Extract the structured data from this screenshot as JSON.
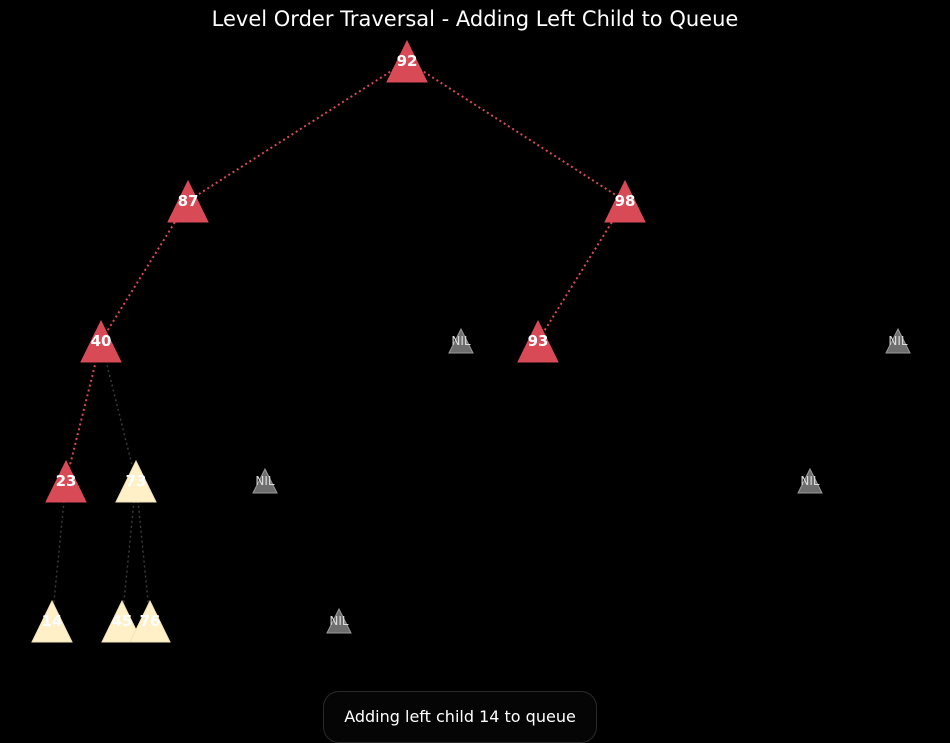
{
  "title": "Level Order Traversal - Adding Left Child to Queue",
  "status_message": "Adding left child 14 to queue",
  "colors": {
    "background": "#000000",
    "visited_node": "#d94a57",
    "queued_node": "#fff0c8",
    "nil_node": "#6e6e6e",
    "visited_edge": "#d94a57",
    "pending_edge": "#3a3a3a",
    "title_text": "#ffffff"
  },
  "nodes": [
    {
      "id": "92",
      "label": "92",
      "state": "visited"
    },
    {
      "id": "87",
      "label": "87",
      "state": "visited"
    },
    {
      "id": "98",
      "label": "98",
      "state": "visited"
    },
    {
      "id": "40",
      "label": "40",
      "state": "visited"
    },
    {
      "id": "93",
      "label": "93",
      "state": "visited"
    },
    {
      "id": "23",
      "label": "23",
      "state": "visited"
    },
    {
      "id": "73",
      "label": "73",
      "state": "queued"
    },
    {
      "id": "14",
      "label": "14",
      "state": "queued"
    },
    {
      "id": "45",
      "label": "45",
      "state": "queued"
    },
    {
      "id": "76",
      "label": "76",
      "state": "queued"
    }
  ],
  "nil_nodes": [
    {
      "id": "nil-87-right",
      "label": "NIL"
    },
    {
      "id": "nil-98-right",
      "label": "NIL"
    },
    {
      "id": "nil-40-extra",
      "label": "NIL"
    },
    {
      "id": "nil-93-right",
      "label": "NIL"
    },
    {
      "id": "nil-23-right",
      "label": "NIL"
    }
  ],
  "edges": [
    {
      "from": "92",
      "to": "87",
      "state": "visited"
    },
    {
      "from": "92",
      "to": "98",
      "state": "visited"
    },
    {
      "from": "87",
      "to": "40",
      "state": "visited"
    },
    {
      "from": "98",
      "to": "93",
      "state": "visited"
    },
    {
      "from": "40",
      "to": "23",
      "state": "visited"
    },
    {
      "from": "40",
      "to": "73",
      "state": "pending"
    },
    {
      "from": "23",
      "to": "14",
      "state": "pending"
    },
    {
      "from": "73",
      "to": "45",
      "state": "pending"
    },
    {
      "from": "73",
      "to": "76",
      "state": "pending"
    }
  ]
}
